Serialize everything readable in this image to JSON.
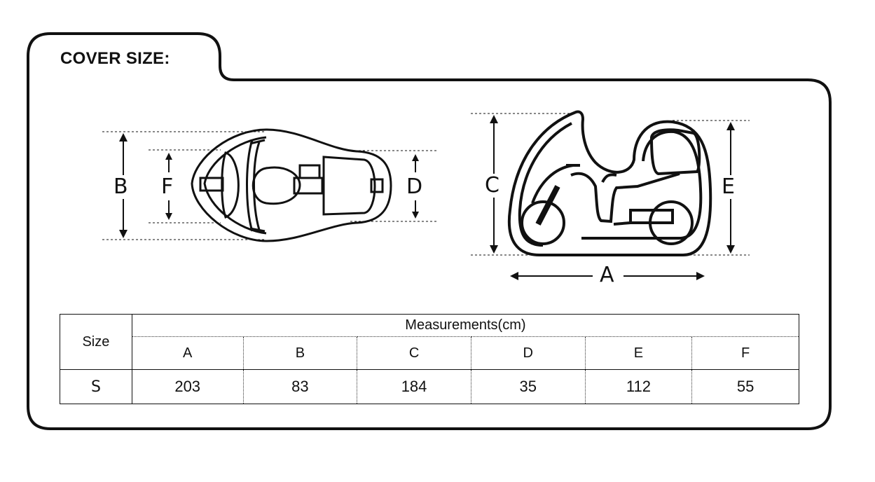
{
  "title": "COVER SIZE:",
  "dimension_labels": {
    "a": "A",
    "b": "B",
    "c": "C",
    "d": "D",
    "e": "E",
    "f": "F"
  },
  "table": {
    "size_header": "Size",
    "measurements_header": "Measurements(cm)",
    "columns": [
      "A",
      "B",
      "C",
      "D",
      "E",
      "F"
    ],
    "rows": [
      {
        "size": "S",
        "values": [
          "203",
          "83",
          "184",
          "35",
          "112",
          "55"
        ]
      }
    ]
  },
  "colors": {
    "line": "#111111",
    "background": "#ffffff"
  }
}
